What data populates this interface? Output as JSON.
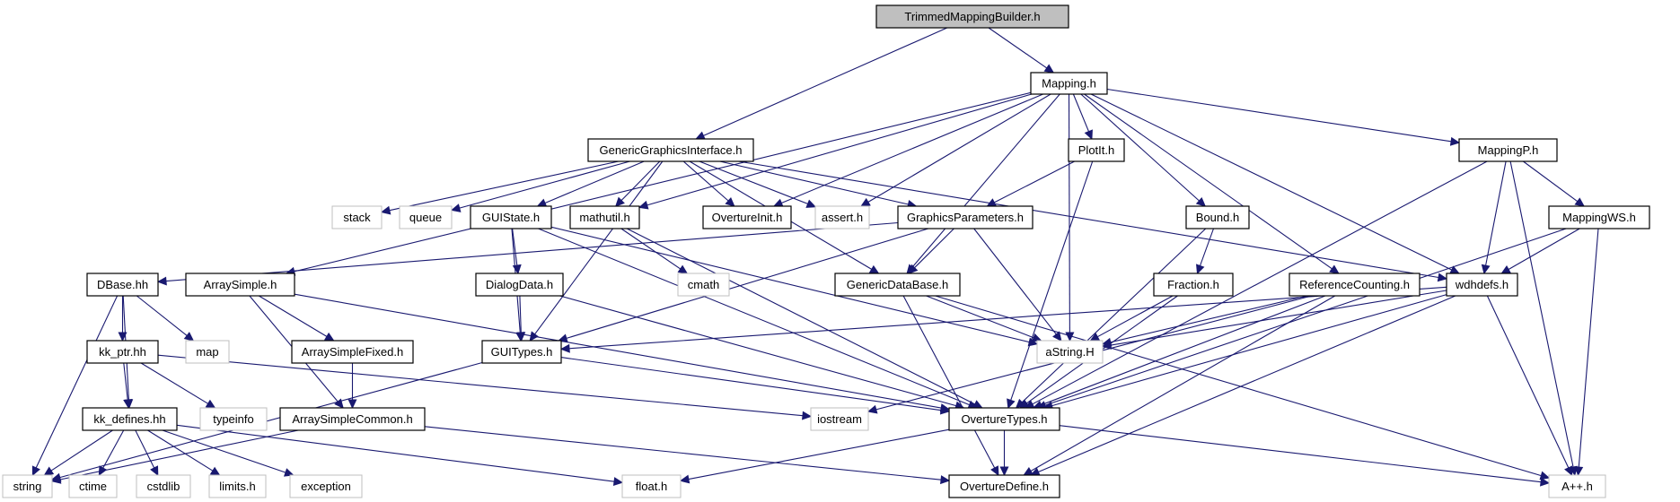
{
  "diagram": {
    "type": "include-dependency-graph",
    "colors": {
      "edge": "#191970",
      "box_border_header": "#000000",
      "box_border_system": "#bfbfbf",
      "root_fill": "#bfbfbf",
      "box_fill": "#ffffff"
    },
    "nodes": [
      {
        "id": "TrimmedMappingBuilder",
        "label": "TrimmedMappingBuilder.h",
        "kind": "root"
      },
      {
        "id": "Mapping",
        "label": "Mapping.h",
        "kind": "header"
      },
      {
        "id": "GenericGraphicsInterface",
        "label": "GenericGraphicsInterface.h",
        "kind": "header"
      },
      {
        "id": "PlotIt",
        "label": "PlotIt.h",
        "kind": "header"
      },
      {
        "id": "MappingP",
        "label": "MappingP.h",
        "kind": "header"
      },
      {
        "id": "stack",
        "label": "stack",
        "kind": "system"
      },
      {
        "id": "queue",
        "label": "queue",
        "kind": "system"
      },
      {
        "id": "GUIState",
        "label": "GUIState.h",
        "kind": "header"
      },
      {
        "id": "mathutil",
        "label": "mathutil.h",
        "kind": "header"
      },
      {
        "id": "OvertureInit",
        "label": "OvertureInit.h",
        "kind": "header"
      },
      {
        "id": "assert",
        "label": "assert.h",
        "kind": "system"
      },
      {
        "id": "GraphicsParameters",
        "label": "GraphicsParameters.h",
        "kind": "header"
      },
      {
        "id": "Bound",
        "label": "Bound.h",
        "kind": "header"
      },
      {
        "id": "MappingWS",
        "label": "MappingWS.h",
        "kind": "header"
      },
      {
        "id": "DBase",
        "label": "DBase.hh",
        "kind": "header"
      },
      {
        "id": "ArraySimple",
        "label": "ArraySimple.h",
        "kind": "header"
      },
      {
        "id": "DialogData",
        "label": "DialogData.h",
        "kind": "header"
      },
      {
        "id": "cmath",
        "label": "cmath",
        "kind": "system"
      },
      {
        "id": "GenericDataBase",
        "label": "GenericDataBase.h",
        "kind": "header"
      },
      {
        "id": "Fraction",
        "label": "Fraction.h",
        "kind": "header"
      },
      {
        "id": "ReferenceCounting",
        "label": "ReferenceCounting.h",
        "kind": "header"
      },
      {
        "id": "wdhdefs",
        "label": "wdhdefs.h",
        "kind": "header"
      },
      {
        "id": "kk_ptr",
        "label": "kk_ptr.hh",
        "kind": "header"
      },
      {
        "id": "map",
        "label": "map",
        "kind": "system"
      },
      {
        "id": "ArraySimpleFixed",
        "label": "ArraySimpleFixed.h",
        "kind": "header"
      },
      {
        "id": "GUITypes",
        "label": "GUITypes.h",
        "kind": "header"
      },
      {
        "id": "aString",
        "label": "aString.H",
        "kind": "system"
      },
      {
        "id": "kk_defines",
        "label": "kk_defines.hh",
        "kind": "header"
      },
      {
        "id": "typeinfo",
        "label": "typeinfo",
        "kind": "system"
      },
      {
        "id": "ArraySimpleCommon",
        "label": "ArraySimpleCommon.h",
        "kind": "header"
      },
      {
        "id": "iostream",
        "label": "iostream",
        "kind": "system"
      },
      {
        "id": "OvertureTypes",
        "label": "OvertureTypes.h",
        "kind": "header"
      },
      {
        "id": "string",
        "label": "string",
        "kind": "system"
      },
      {
        "id": "ctime",
        "label": "ctime",
        "kind": "system"
      },
      {
        "id": "cstdlib",
        "label": "cstdlib",
        "kind": "system"
      },
      {
        "id": "limits",
        "label": "limits.h",
        "kind": "system"
      },
      {
        "id": "exception",
        "label": "exception",
        "kind": "system"
      },
      {
        "id": "float",
        "label": "float.h",
        "kind": "system"
      },
      {
        "id": "OvertureDefine",
        "label": "OvertureDefine.h",
        "kind": "header"
      },
      {
        "id": "Aplusplus",
        "label": "A++.h",
        "kind": "system"
      }
    ],
    "edges": [
      [
        "TrimmedMappingBuilder",
        "Mapping"
      ],
      [
        "TrimmedMappingBuilder",
        "GenericGraphicsInterface"
      ],
      [
        "Mapping",
        "PlotIt"
      ],
      [
        "Mapping",
        "MappingP"
      ],
      [
        "Mapping",
        "ArraySimple"
      ],
      [
        "Mapping",
        "mathutil"
      ],
      [
        "Mapping",
        "OvertureInit"
      ],
      [
        "Mapping",
        "assert"
      ],
      [
        "Mapping",
        "GenericDataBase"
      ],
      [
        "Mapping",
        "Bound"
      ],
      [
        "Mapping",
        "ReferenceCounting"
      ],
      [
        "Mapping",
        "wdhdefs"
      ],
      [
        "Mapping",
        "aString"
      ],
      [
        "GenericGraphicsInterface",
        "stack"
      ],
      [
        "GenericGraphicsInterface",
        "queue"
      ],
      [
        "GenericGraphicsInterface",
        "GUIState"
      ],
      [
        "GenericGraphicsInterface",
        "mathutil"
      ],
      [
        "GenericGraphicsInterface",
        "OvertureInit"
      ],
      [
        "GenericGraphicsInterface",
        "assert"
      ],
      [
        "GenericGraphicsInterface",
        "GraphicsParameters"
      ],
      [
        "GenericGraphicsInterface",
        "GenericDataBase"
      ],
      [
        "GenericGraphicsInterface",
        "wdhdefs"
      ],
      [
        "GenericGraphicsInterface",
        "GUITypes"
      ],
      [
        "PlotIt",
        "GraphicsParameters"
      ],
      [
        "PlotIt",
        "OvertureTypes"
      ],
      [
        "MappingP",
        "MappingWS"
      ],
      [
        "MappingP",
        "wdhdefs"
      ],
      [
        "MappingP",
        "OvertureTypes"
      ],
      [
        "MappingP",
        "Aplusplus"
      ],
      [
        "GUIState",
        "DialogData"
      ],
      [
        "GUIState",
        "GUITypes"
      ],
      [
        "GUIState",
        "aString"
      ],
      [
        "GUIState",
        "OvertureTypes"
      ],
      [
        "mathutil",
        "cmath"
      ],
      [
        "mathutil",
        "OvertureTypes"
      ],
      [
        "GraphicsParameters",
        "DBase"
      ],
      [
        "GraphicsParameters",
        "GenericDataBase"
      ],
      [
        "GraphicsParameters",
        "GUITypes"
      ],
      [
        "GraphicsParameters",
        "aString"
      ],
      [
        "Bound",
        "Fraction"
      ],
      [
        "Bound",
        "OvertureTypes"
      ],
      [
        "MappingWS",
        "wdhdefs"
      ],
      [
        "MappingWS",
        "OvertureTypes"
      ],
      [
        "MappingWS",
        "Aplusplus"
      ],
      [
        "DBase",
        "kk_ptr"
      ],
      [
        "DBase",
        "map"
      ],
      [
        "DBase",
        "kk_defines"
      ],
      [
        "DBase",
        "string"
      ],
      [
        "ArraySimple",
        "ArraySimpleFixed"
      ],
      [
        "ArraySimple",
        "ArraySimpleCommon"
      ],
      [
        "ArraySimple",
        "OvertureTypes"
      ],
      [
        "DialogData",
        "GUITypes"
      ],
      [
        "DialogData",
        "OvertureTypes"
      ],
      [
        "GenericDataBase",
        "aString"
      ],
      [
        "GenericDataBase",
        "OvertureDefine"
      ],
      [
        "GenericDataBase",
        "Aplusplus"
      ],
      [
        "Fraction",
        "aString"
      ],
      [
        "Fraction",
        "OvertureTypes"
      ],
      [
        "ReferenceCounting",
        "aString"
      ],
      [
        "ReferenceCounting",
        "OvertureTypes"
      ],
      [
        "ReferenceCounting",
        "OvertureDefine"
      ],
      [
        "ReferenceCounting",
        "iostream"
      ],
      [
        "wdhdefs",
        "GUITypes"
      ],
      [
        "wdhdefs",
        "aString"
      ],
      [
        "wdhdefs",
        "OvertureTypes"
      ],
      [
        "wdhdefs",
        "OvertureDefine"
      ],
      [
        "wdhdefs",
        "Aplusplus"
      ],
      [
        "kk_ptr",
        "kk_defines"
      ],
      [
        "kk_ptr",
        "typeinfo"
      ],
      [
        "kk_ptr",
        "iostream"
      ],
      [
        "ArraySimpleFixed",
        "ArraySimpleCommon"
      ],
      [
        "GUITypes",
        "string"
      ],
      [
        "GUITypes",
        "OvertureTypes"
      ],
      [
        "kk_defines",
        "string"
      ],
      [
        "kk_defines",
        "ctime"
      ],
      [
        "kk_defines",
        "cstdlib"
      ],
      [
        "kk_defines",
        "limits"
      ],
      [
        "kk_defines",
        "exception"
      ],
      [
        "kk_defines",
        "float"
      ],
      [
        "ArraySimpleCommon",
        "string"
      ],
      [
        "ArraySimpleCommon",
        "OvertureDefine"
      ],
      [
        "OvertureTypes",
        "float"
      ],
      [
        "OvertureTypes",
        "OvertureDefine"
      ],
      [
        "OvertureTypes",
        "Aplusplus"
      ]
    ]
  }
}
